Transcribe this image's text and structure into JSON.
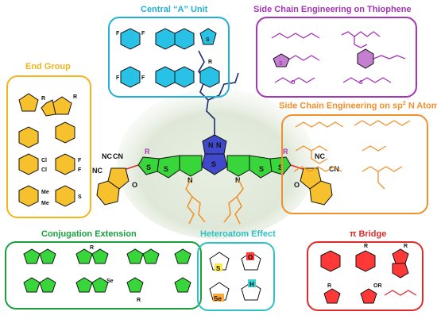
{
  "central_unit": {
    "title": "Central “A” Unit",
    "color": "#21b1d6"
  },
  "side_chain_thiophene": {
    "title": "Side Chain Engineering on Thiophene",
    "color": "#a535b5"
  },
  "end_group": {
    "title": "End Group",
    "color": "#f2b51b"
  },
  "side_chain_n": {
    "title_main": "Side Chain Engineering on sp",
    "title_sup": "2",
    "title_end": " N Atom",
    "color": "#f2902a"
  },
  "conjugation": {
    "title": "Conjugation Extension",
    "color": "#19a03c"
  },
  "heteroatom": {
    "title": "Heteroatom Effect",
    "color": "#2ec2c2"
  },
  "pi_bridge": {
    "title": "π Bridge",
    "color": "#e02b2b"
  },
  "atoms": {
    "F": "F",
    "S": "S",
    "N": "N",
    "O": "O",
    "R": "R",
    "Se": "Se",
    "H": "H",
    "Cl": "Cl",
    "Me": "Me",
    "CN": "CN",
    "NC": "NC",
    "OR": "OR"
  }
}
